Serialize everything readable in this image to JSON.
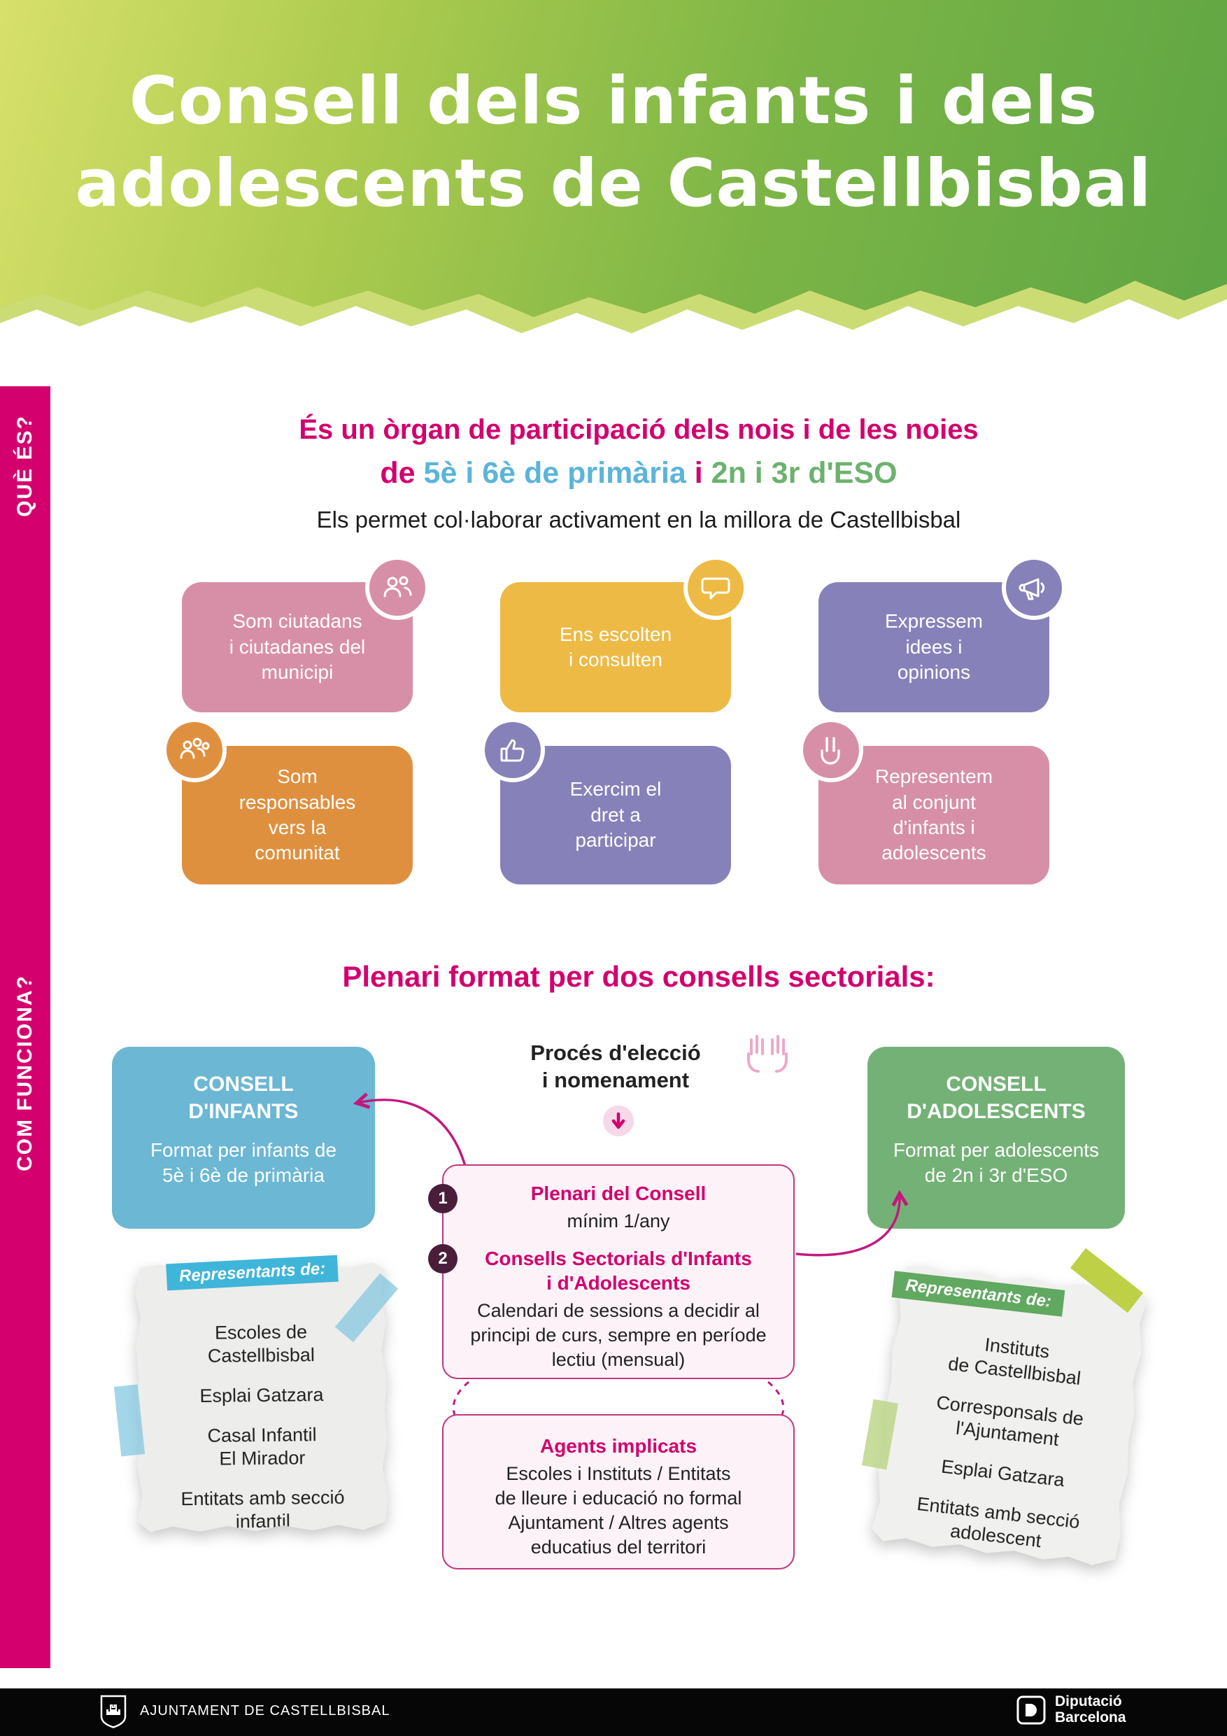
{
  "colors": {
    "magenta": "#d2006e",
    "header_green_light": "#d7e06a",
    "header_green_dark": "#5ea544",
    "blue_box": "#6cb7d3",
    "green_box": "#74b177",
    "pink_card": "#d78fa7",
    "yellow_card": "#edba45",
    "purple_card": "#8781b9",
    "orange_card": "#df903f",
    "note_label_blue": "#3fb5d9",
    "note_label_green": "#61a861",
    "step_circle": "#4a1d3b"
  },
  "header": {
    "title": "Consell dels infants i dels\nadolescents de Castellbisbal"
  },
  "sidebar": {
    "que_es": "QUÈ ÉS?",
    "com_funciona": "COM FUNCIONA?"
  },
  "intro": {
    "line1": "És un òrgan de participació dels nois i de les noies",
    "line2_pre": "de ",
    "line2_blue": "5è i 6è de primària",
    "line2_mid": " i ",
    "line2_green": "2n i 3r d'ESO",
    "line3": "Els permet col·laborar activament en la millora de Castellbisbal"
  },
  "cards": [
    {
      "label": "Som ciutadans\ni ciutadanes del\nmunicipi",
      "icon": "citizens-icon",
      "color": "#d78fa7"
    },
    {
      "label": "Ens escolten\ni consulten",
      "icon": "speech-bubble-icon",
      "color": "#edba45"
    },
    {
      "label": "Expressem\nidees i\nopinions",
      "icon": "megaphone-icon",
      "color": "#8781b9"
    },
    {
      "label": "Som\nresponsables\nvers la\ncomunitat",
      "icon": "community-icon",
      "color": "#df903f"
    },
    {
      "label": "Exercim el\ndret a\nparticipar",
      "icon": "vote-icon",
      "color": "#8781b9"
    },
    {
      "label": "Representem\nal conjunt\nd'infants i\nadolescents",
      "icon": "victory-hand-icon",
      "color": "#d78fa7"
    }
  ],
  "how": {
    "heading": "Plenari format per dos consells sectorials:",
    "consell_infants": {
      "title": "CONSELL\nD'INFANTS",
      "body": "Format per infants de\n5è i 6è de primària"
    },
    "process": {
      "title": "Procés d'elecció\ni nomenament"
    },
    "consell_adolescents": {
      "title": "CONSELL\nD'ADOLESCENTS",
      "body": "Format per adolescents\nde 2n i 3r d'ESO"
    },
    "plenari": {
      "num1": "1",
      "item1_title": "Plenari del Consell",
      "item1_body": "mínim 1/any",
      "num2": "2",
      "item2_title": "Consells Sectorials d'Infants\ni d'Adolescents",
      "item2_body": "Calendari de sessions a decidir al\nprincipi de curs, sempre en període\nlectiu (mensual)"
    },
    "agents": {
      "title": "Agents implicats",
      "body": "Escoles i Instituts / Entitats\nde lleure i educació no formal\nAjuntament / Altres agents\neducatius del territori"
    },
    "note_left": {
      "label": "Representants de:",
      "items": [
        "Escoles de\nCastellbisbal",
        "Esplai Gatzara",
        "Casal Infantil\nEl Mirador",
        "Entitats amb secció\ninfantil"
      ]
    },
    "note_right": {
      "label": "Representants de:",
      "items": [
        "Instituts\nde Castellbisbal",
        "Corresponsals de\nl'Ajuntament",
        "Esplai Gatzara",
        "Entitats amb secció\nadolescent"
      ]
    }
  },
  "footer": {
    "left": "AJUNTAMENT DE CASTELLBISBAL",
    "right": "Diputació\nBarcelona"
  }
}
